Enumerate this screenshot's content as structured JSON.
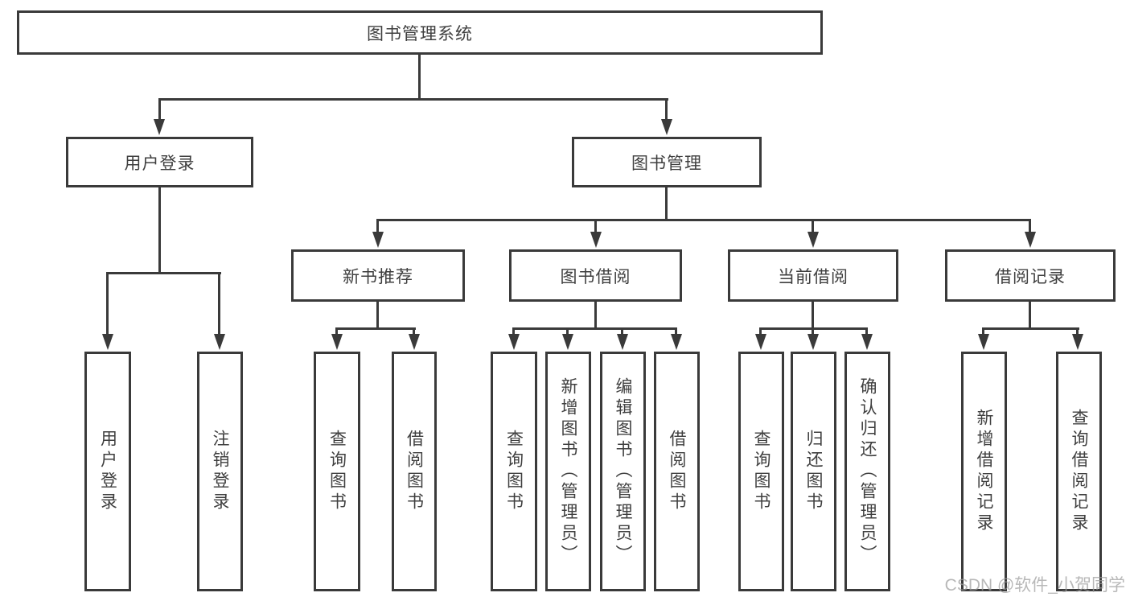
{
  "diagram": {
    "root": {
      "label": "图书管理系统"
    },
    "level1": {
      "user_login": {
        "label": "用户登录"
      },
      "book_mgmt": {
        "label": "图书管理"
      }
    },
    "level2": {
      "new_book": {
        "label": "新书推荐"
      },
      "book_borrow": {
        "label": "图书借阅"
      },
      "current_borrow": {
        "label": "当前借阅"
      },
      "borrow_record": {
        "label": "借阅记录"
      }
    },
    "leaves": {
      "user_login": [
        "用户登录",
        "注销登录"
      ],
      "new_book": [
        "查询图书",
        "借阅图书"
      ],
      "book_borrow": [
        "查询图书",
        "新增图书（管理员）",
        "编辑图书（管理员）",
        "借阅图书"
      ],
      "current_borrow": [
        "查询图书",
        "归还图书",
        "确认归还（管理员）"
      ],
      "borrow_record": [
        "新增借阅记录",
        "查询借阅记录"
      ]
    },
    "colors": {
      "line": "#3a3a3a",
      "text": "#3f3f3f",
      "background": "#ffffff",
      "watermark": "#9e9e9e"
    }
  },
  "watermark": {
    "text": "CSDN @软件_小贺同学"
  }
}
